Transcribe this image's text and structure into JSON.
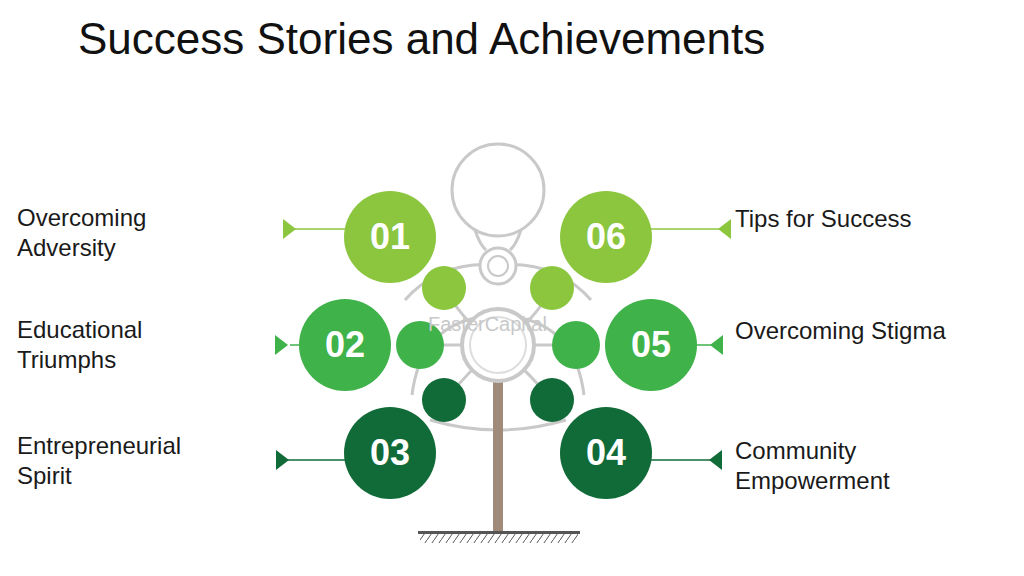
{
  "diagram": {
    "title": "Success Stories and Achievements",
    "nodes": [
      {
        "text": [
          "01",
          "Overcoming Adversity"
        ]
      },
      {
        "text": [
          "02",
          "Educational Triumphs"
        ]
      },
      {
        "text": [
          "03",
          "Entrepreneurial Spirit"
        ]
      },
      {
        "text": [
          "04",
          "Community Empowerment"
        ]
      },
      {
        "text": [
          "05",
          "Overcoming Stigma"
        ]
      },
      {
        "text": [
          "06",
          "Tips for Success"
        ]
      }
    ],
    "labels": [
      "FasterCapital"
    ]
  }
}
